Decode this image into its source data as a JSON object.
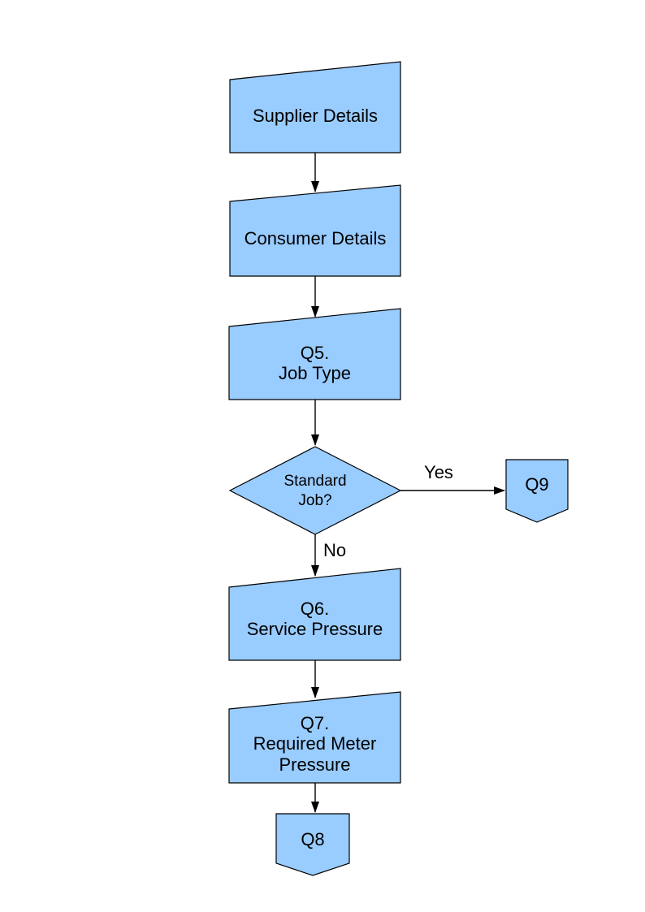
{
  "diagram": {
    "colors": {
      "node_fill": "#99CCFF",
      "node_border": "#000000",
      "line": "#000000",
      "text": "#000000",
      "background": "#FFFFFF"
    },
    "nodes": {
      "supplier": {
        "type": "manual-input",
        "label": "Supplier Details"
      },
      "consumer": {
        "type": "manual-input",
        "label": "Consumer Details"
      },
      "q5": {
        "type": "manual-input",
        "label": "Q5.\nJob Type"
      },
      "decision": {
        "type": "decision",
        "label": "Standard\nJob?"
      },
      "q9": {
        "type": "off-page-connector",
        "label": "Q9"
      },
      "q6": {
        "type": "manual-input",
        "label": "Q6.\nService Pressure"
      },
      "q7": {
        "type": "manual-input",
        "label": "Q7.\nRequired Meter\nPressure"
      },
      "q8": {
        "type": "off-page-connector",
        "label": "Q8"
      }
    },
    "edge_labels": {
      "yes": "Yes",
      "no": "No"
    }
  }
}
